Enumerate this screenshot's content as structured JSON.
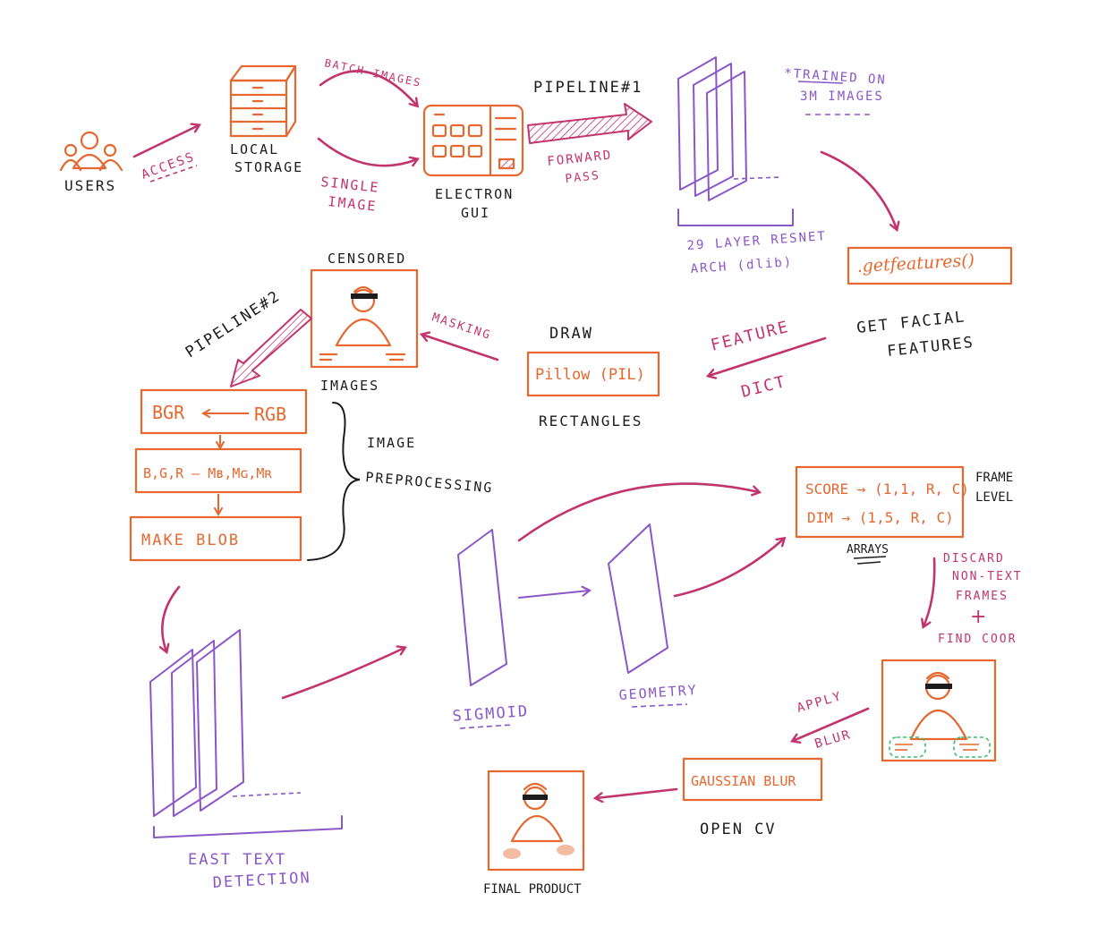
{
  "labels": {
    "users": "USERS",
    "access": "ACCESS",
    "local_storage_1": "LOCAL",
    "local_storage_2": "STORAGE",
    "batch_images": "BATCH IMAGES",
    "single_image_1": "SINGLE",
    "single_image_2": "IMAGE",
    "electron_gui_1": "ELECTRON",
    "electron_gui_2": "GUI",
    "pipeline1": "PIPELINE#1",
    "forward_pass_1": "FORWARD",
    "forward_pass_2": "PASS",
    "trained_on_1": "*TRAINED ON",
    "trained_on_2": "3M IMAGES",
    "resnet_1": "29 LAYER RESNET",
    "resnet_2": "ARCH (dlib)",
    "get_features_code": ".getfeatures()",
    "get_facial_1": "GET FACIAL",
    "get_facial_2": "FEATURES",
    "feature_dict_1": "FEATURE",
    "feature_dict_2": "DICT",
    "draw": "DRAW",
    "pillow": "Pillow (PIL)",
    "rectangles": "RECTANGLES",
    "masking": "MASKING",
    "censored": "CENSORED",
    "images": "IMAGES",
    "pipeline2": "PIPELINE#2",
    "bgr_rgb_left": "BGR",
    "bgr_rgb_right": "RGB",
    "mean_sub": "B,G,R – Mʙ,Mɢ,Mʀ",
    "make_blob": "MAKE BLOB",
    "image_pre_1": "IMAGE",
    "image_pre_2": "PREPROCESSING",
    "east_1": "EAST TEXT",
    "east_2": "DETECTION",
    "sigmoid": "SIGMOID",
    "geometry": "GEOMETRY",
    "score_row": "SCORE → (1,1, R, C)",
    "dim_row": "DIM → (1,5, R, C)",
    "frame_level_1": "FRAME",
    "frame_level_2": "LEVEL",
    "arrays": "ARRAYS",
    "discard_1": "DISCARD",
    "discard_2": "NON-TEXT",
    "discard_3": "FRAMES",
    "plus": "+",
    "find_coor": "FIND COOR",
    "apply_blur_1": "APPLY",
    "apply_blur_2": "BLUR",
    "gaussian_blur": "GAUSSIAN BLUR",
    "open_cv": "OPEN CV",
    "final_product": "FINAL PRODUCT"
  },
  "colors": {
    "orange": "#e4682f",
    "magenta": "#c2346e",
    "purple": "#8b56c8",
    "ink": "#1c1c1c",
    "green": "#3fbf6a"
  }
}
